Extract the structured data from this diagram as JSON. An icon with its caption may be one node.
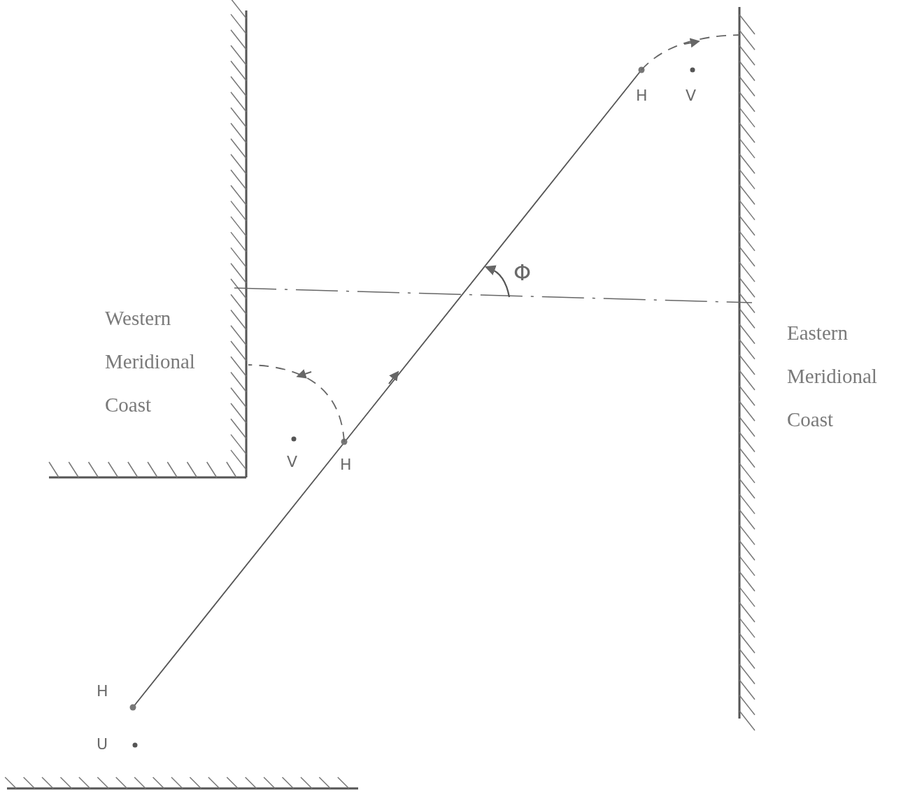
{
  "diagram": {
    "labels": [
      "H",
      "V",
      "Φ",
      "Western Meridional Coast",
      "Eastern Meridional Coast",
      "V",
      "H",
      "H",
      "U"
    ]
  }
}
